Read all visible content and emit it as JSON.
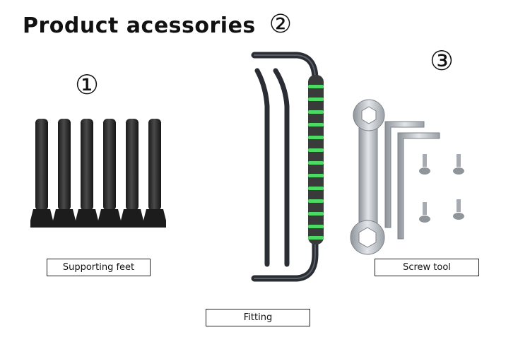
{
  "title": "Product acessories",
  "markers": {
    "fitting": "②",
    "feet": "①",
    "tools": "③"
  },
  "labels": {
    "feet": "Supporting feet",
    "tools": "Screw tool",
    "fitting": "Fitting"
  },
  "colors": {
    "rod": "#2a2d33",
    "grip": "#3a3a3a",
    "grip_stripe": "#4cd964",
    "metal": "#b9bec4"
  },
  "icons": [
    "supporting-foot-icon",
    "handle-bar-icon",
    "wrench-icon",
    "hex-key-icon",
    "screw-icon"
  ]
}
